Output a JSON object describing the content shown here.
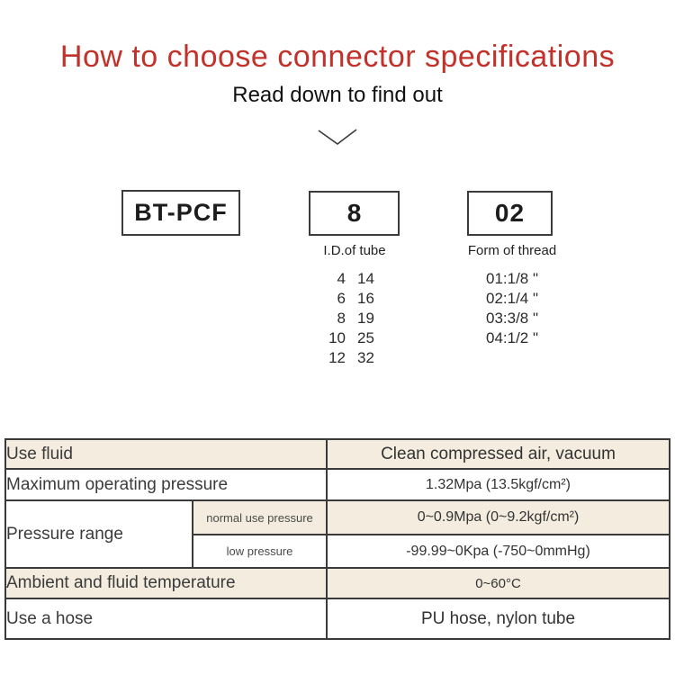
{
  "header": {
    "title": "How to choose connector specifications",
    "subtitle": "Read down to find out"
  },
  "selector": {
    "model_code": "BT-PCF",
    "size_code": "8",
    "thread_code": "02",
    "tube_caption": "I.D.of tube",
    "thread_caption": "Form of thread",
    "tube_rows": [
      {
        "id": "4",
        "od": "14"
      },
      {
        "id": "6",
        "od": "16"
      },
      {
        "id": "8",
        "od": "19"
      },
      {
        "id": "10",
        "od": "25"
      },
      {
        "id": "12",
        "od": "32"
      }
    ],
    "thread_options": [
      "01:1/8 \"",
      "02:1/4 \"",
      "03:3/8 \"",
      "04:1/2 \""
    ]
  },
  "spec_table": {
    "rows": [
      {
        "label": "Use fluid",
        "value": "Clean compressed air, vacuum"
      },
      {
        "label": "Maximum operating pressure",
        "value": "1.32Mpa (13.5kgf/cm²)"
      },
      {
        "label": "Pressure range",
        "sub": [
          {
            "label": "normal use pressure",
            "value": "0~0.9Mpa (0~9.2kgf/cm²)"
          },
          {
            "label": "low pressure",
            "value": "-99.99~0Kpa (-750~0mmHg)"
          }
        ]
      },
      {
        "label": "Ambient and fluid temperature",
        "value": "0~60°C"
      },
      {
        "label": "Use a hose",
        "value": "PU hose, nylon tube"
      }
    ]
  },
  "colors": {
    "accent_red": "#c2312a",
    "row_beige": "#f3ecdf",
    "table_border": "#3a3a3a",
    "text_dark": "#3b3b3b"
  }
}
